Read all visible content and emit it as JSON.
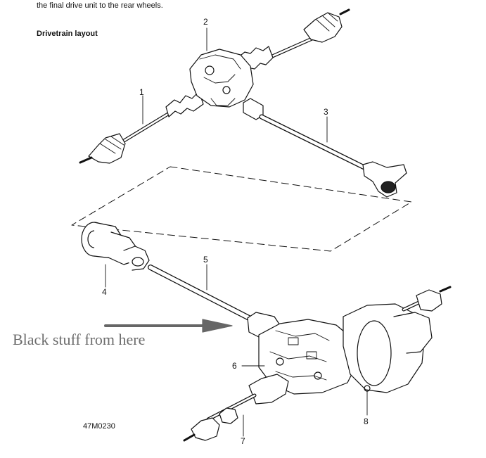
{
  "intro_text": "the final drive unit to the rear wheels.",
  "heading": "Drivetrain layout",
  "callouts": {
    "c1": "1",
    "c2": "2",
    "c3": "3",
    "c4": "4",
    "c5": "5",
    "c6": "6",
    "c7": "7",
    "c8": "8"
  },
  "annotation": "Black stuff from here",
  "figure_ref": "47M0230"
}
